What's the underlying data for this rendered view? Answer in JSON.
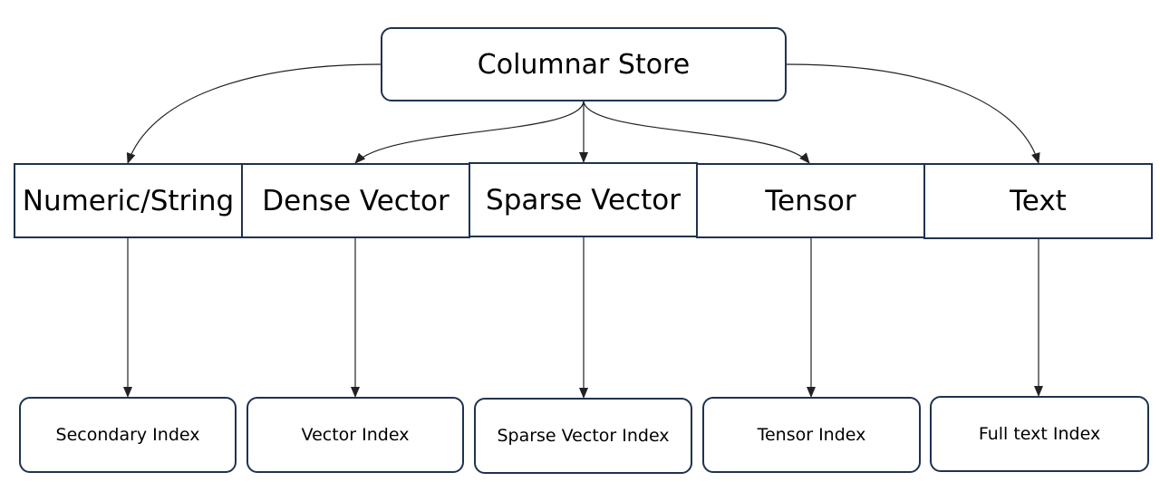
{
  "root": {
    "label": "Columnar Store"
  },
  "types": [
    {
      "label": "Numeric/String"
    },
    {
      "label": "Dense Vector"
    },
    {
      "label": "Sparse Vector"
    },
    {
      "label": "Tensor"
    },
    {
      "label": "Text"
    }
  ],
  "indexes": [
    {
      "label": "Secondary Index"
    },
    {
      "label": "Vector Index"
    },
    {
      "label": "Sparse Vector Index"
    },
    {
      "label": "Tensor Index"
    },
    {
      "label": "Full text Index"
    }
  ],
  "colors": {
    "box_border": "#1f3250",
    "connector": "#222222",
    "background": "#ffffff"
  }
}
